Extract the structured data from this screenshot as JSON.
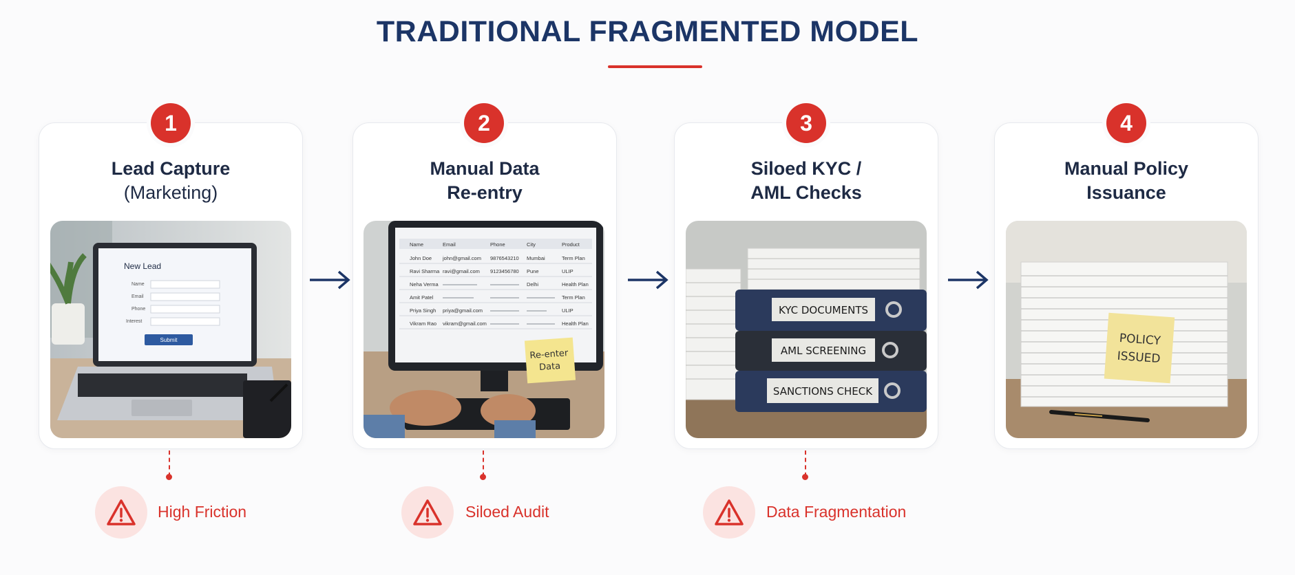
{
  "title": "TRADITIONAL FRAGMENTED MODEL",
  "colors": {
    "accent": "#d9322b",
    "navy": "#1c3566"
  },
  "steps": [
    {
      "number": "1",
      "title_line1": "Lead Capture",
      "title_line2": "(Marketing)",
      "photo": {
        "form_title": "New Lead",
        "fields": [
          "Name",
          "Email",
          "Phone",
          "Interest"
        ],
        "submit": "Submit"
      }
    },
    {
      "number": "2",
      "title_line1": "Manual Data",
      "title_line2": "Re-entry",
      "photo": {
        "columns": [
          "Name",
          "Email",
          "Phone",
          "City",
          "Product"
        ],
        "rows": [
          [
            "John Doe",
            "john@gmail.com",
            "9876543210",
            "Mumbai",
            "Term Plan"
          ],
          [
            "Ravi Sharma",
            "ravi@gmail.com",
            "9123456780",
            "Pune",
            "ULIP"
          ],
          [
            "Neha Verma",
            "",
            "",
            "Delhi",
            "Health Plan"
          ],
          [
            "Amit Patel",
            "",
            "",
            "",
            "Term Plan"
          ],
          [
            "Priya Singh",
            "priya@gmail.com",
            "",
            "",
            "ULIP"
          ],
          [
            "Vikram Rao",
            "vikram@gmail.com",
            "",
            "",
            "Health Plan"
          ]
        ],
        "note_line1": "Re-enter",
        "note_line2": "Data"
      }
    },
    {
      "number": "3",
      "title_line1": "Siloed KYC /",
      "title_line2": "AML Checks",
      "photo": {
        "binders": [
          "KYC DOCUMENTS",
          "AML SCREENING",
          "SANCTIONS CHECK"
        ]
      }
    },
    {
      "number": "4",
      "title_line1": "Manual Policy",
      "title_line2": "Issuance",
      "photo": {
        "note_line1": "POLICY",
        "note_line2": "ISSUED"
      }
    }
  ],
  "issues": [
    {
      "label": "High Friction",
      "icon": "warning-triangle-icon"
    },
    {
      "label": "Siloed Audit",
      "icon": "warning-triangle-icon"
    },
    {
      "label": "Data Fragmentation",
      "icon": "warning-triangle-icon"
    }
  ]
}
